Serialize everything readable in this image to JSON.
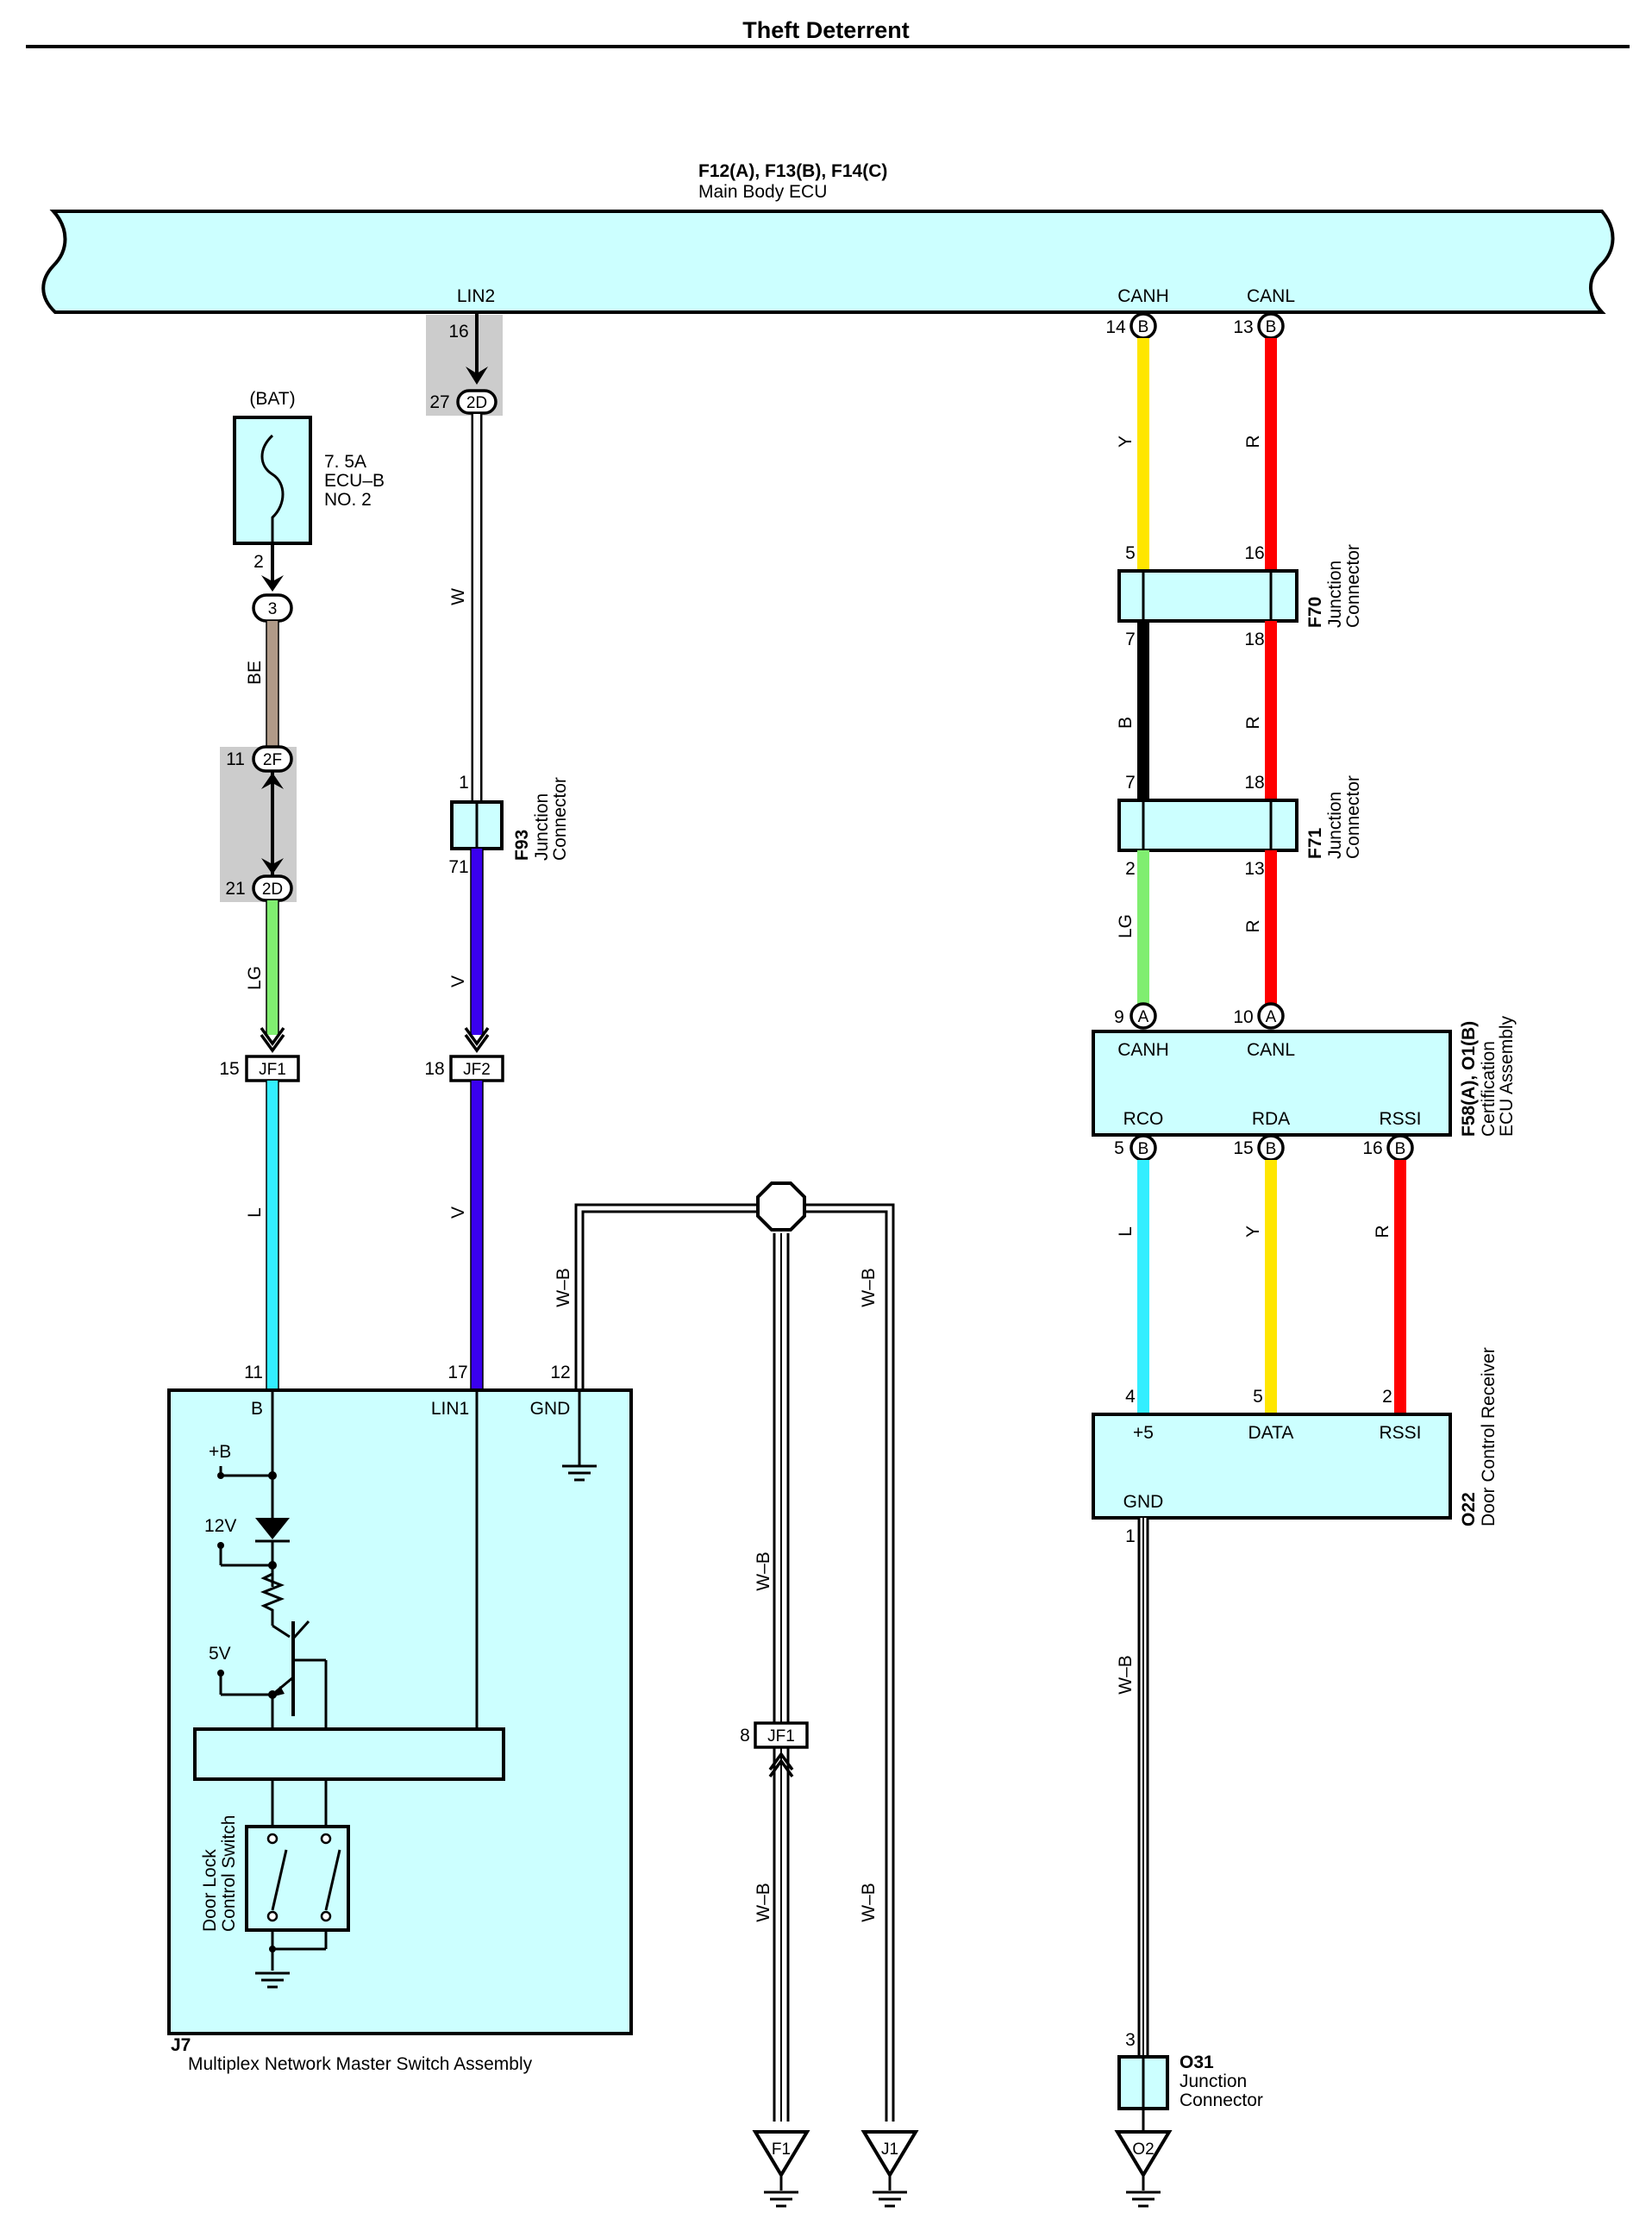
{
  "title": "Theft Deterrent",
  "colors": {
    "component_fill": "#ccffff",
    "splice_gray": "#cccccc",
    "wire_Y": "#ffe600",
    "wire_R": "#ff0000",
    "wire_B": "#000000",
    "wire_LG": "#80ee70",
    "wire_L": "#33eeff",
    "wire_V": "#3a00ee",
    "wire_BE": "#b09a88",
    "wire_W": "#ffffff"
  },
  "main_ecu": {
    "ref": "F12(A), F13(B), F14(C)",
    "name": "Main Body ECU",
    "terminals": {
      "lin2": "LIN2",
      "canh": "CANH",
      "canl": "CANL"
    },
    "pins": {
      "lin2": "16",
      "canh": "14",
      "canh_conn": "B",
      "canl": "13",
      "canl_conn": "B"
    }
  },
  "splice_2d_top": {
    "pin": "27",
    "code": "2D"
  },
  "fuse": {
    "source": "(BAT)",
    "rating": "7. 5A",
    "name": "ECU–B",
    "name2": "NO. 2",
    "pin": "2",
    "conn": "3"
  },
  "splice_2f": {
    "pin": "11",
    "code": "2F"
  },
  "splice_2d_bottom": {
    "pin": "21",
    "code": "2D"
  },
  "f93": {
    "ref": "F93",
    "name1": "Junction",
    "name2": "Connector",
    "pin_top": "1",
    "pin_bottom": "71"
  },
  "jf1_left": {
    "pin": "15",
    "code": "JF1"
  },
  "jf2": {
    "pin": "18",
    "code": "JF2"
  },
  "j7": {
    "ref": "J7",
    "name": "Multiplex Network Master Switch Assembly",
    "terminals": {
      "b": "B",
      "lin1": "LIN1",
      "gnd": "GND"
    },
    "pins": {
      "b": "11",
      "lin1": "17",
      "gnd": "12"
    },
    "labels": {
      "plus_b": "+B",
      "v12": "12V",
      "v5": "5V",
      "switch1": "Door Lock",
      "switch2": "Control Switch"
    }
  },
  "wire_labels": {
    "w_lin": "W",
    "be": "BE",
    "lg_left": "LG",
    "l_left": "L",
    "v1": "V",
    "v2": "V",
    "wb_gnd": "W–B",
    "wb_mid_upper": "W–B",
    "wb_mid_lower": "W–B",
    "wb_right_upper": "W–B",
    "wb_right_lower": "W–B",
    "wb_o22": "W–B",
    "y_top": "Y",
    "r_top": "R",
    "b_mid": "B",
    "r_mid": "R",
    "lg_right": "LG",
    "r_low": "R",
    "l_right": "L",
    "y_right": "Y",
    "r_right": "R"
  },
  "jf1_ground": {
    "pin": "8",
    "code": "JF1"
  },
  "grounds": {
    "f1": "F1",
    "j1": "J1",
    "o2": "O2"
  },
  "f70": {
    "ref": "F70",
    "name1": "Junction",
    "name2": "Connector",
    "pins": {
      "tl": "5",
      "tr": "16",
      "bl": "7",
      "br": "18"
    }
  },
  "f71": {
    "ref": "F71",
    "name1": "Junction",
    "name2": "Connector",
    "pins": {
      "tl": "7",
      "tr": "18",
      "bl": "2",
      "br": "13"
    }
  },
  "cert_ecu": {
    "ref": "F58(A), O1(B)",
    "name1": "Certification",
    "name2": "ECU Assembly",
    "terminals": {
      "canh": "CANH",
      "canl": "CANL",
      "rco": "RCO",
      "rda": "RDA",
      "rssi": "RSSI"
    },
    "pins": {
      "canh": "9",
      "canh_conn": "A",
      "canl": "10",
      "canl_conn": "A",
      "rco": "5",
      "rco_conn": "B",
      "rda": "15",
      "rda_conn": "B",
      "rssi": "16",
      "rssi_conn": "B"
    }
  },
  "o22": {
    "ref": "O22",
    "name": "Door Control Receiver",
    "terminals": {
      "p5": "+5",
      "data": "DATA",
      "rssi": "RSSI",
      "gnd": "GND"
    },
    "pins": {
      "p5": "4",
      "data": "5",
      "rssi": "2",
      "gnd": "1"
    }
  },
  "o31": {
    "ref": "O31",
    "name1": "Junction",
    "name2": "Connector",
    "pin": "3"
  }
}
